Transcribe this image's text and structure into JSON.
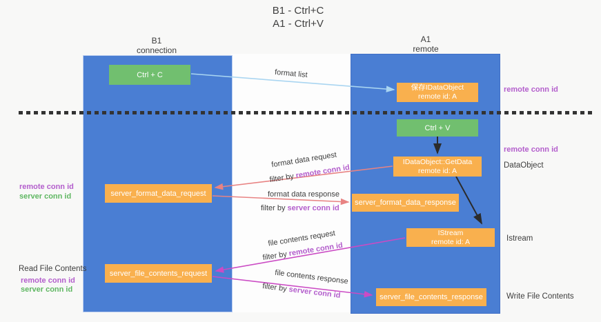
{
  "title": {
    "line1": "B1 - Ctrl+C",
    "line2": "A1 - Ctrl+V"
  },
  "columns": {
    "left": {
      "name": "B1",
      "role": "connection"
    },
    "right": {
      "name": "A1",
      "role": "remote"
    }
  },
  "boxes": {
    "ctrl_c": {
      "label": "Ctrl + C"
    },
    "ctrl_v": {
      "label": "Ctrl + V"
    },
    "save_dataobject": {
      "line1": "保存IDataObject",
      "line2": "remote id: A"
    },
    "getdata": {
      "line1": "IDataObject::GetData",
      "line2": "remote id: A"
    },
    "istream": {
      "line1": "IStream",
      "line2": "remote id: A"
    },
    "server_format_data_request": {
      "label": "server_format_data_request"
    },
    "server_format_data_response": {
      "label": "server_format_data_response"
    },
    "server_file_contents_request": {
      "label": "server_file_contents_request"
    },
    "server_file_contents_response": {
      "label": "server_file_contents_response"
    }
  },
  "arrow_labels": {
    "format_list": "format list",
    "format_data_request": "format data request",
    "format_data_response": "format data response",
    "file_contents_request": "file contents request",
    "file_contents_response": "file contents response",
    "filter_by": "filter by",
    "remote_conn_id": "remote conn id",
    "server_conn_id": "server conn id"
  },
  "side_labels": {
    "left": {
      "remote_conn_id_1": "remote conn id",
      "server_conn_id_1": "server conn id",
      "read_file_contents": "Read File Contents",
      "remote_conn_id_2": "remote conn id",
      "server_conn_id_2": "server conn id"
    },
    "right": {
      "remote_conn_id_1": "remote conn id",
      "remote_conn_id_2": "remote conn id",
      "dataobject": "DataObject",
      "istream": "Istream",
      "write_file_contents": "Write File Contents"
    }
  },
  "colors": {
    "lifeline_blue": "#4a7ed3",
    "box_orange": "#f9b04e",
    "box_green": "#71bf6f",
    "label_purple": "#b35ecc",
    "label_green": "#5fb762",
    "arrow_salmon": "#e88383",
    "arrow_magenta": "#cb4bc4",
    "arrow_lightblue": "#a9d5f1",
    "arrow_black": "#2b2b2b"
  }
}
